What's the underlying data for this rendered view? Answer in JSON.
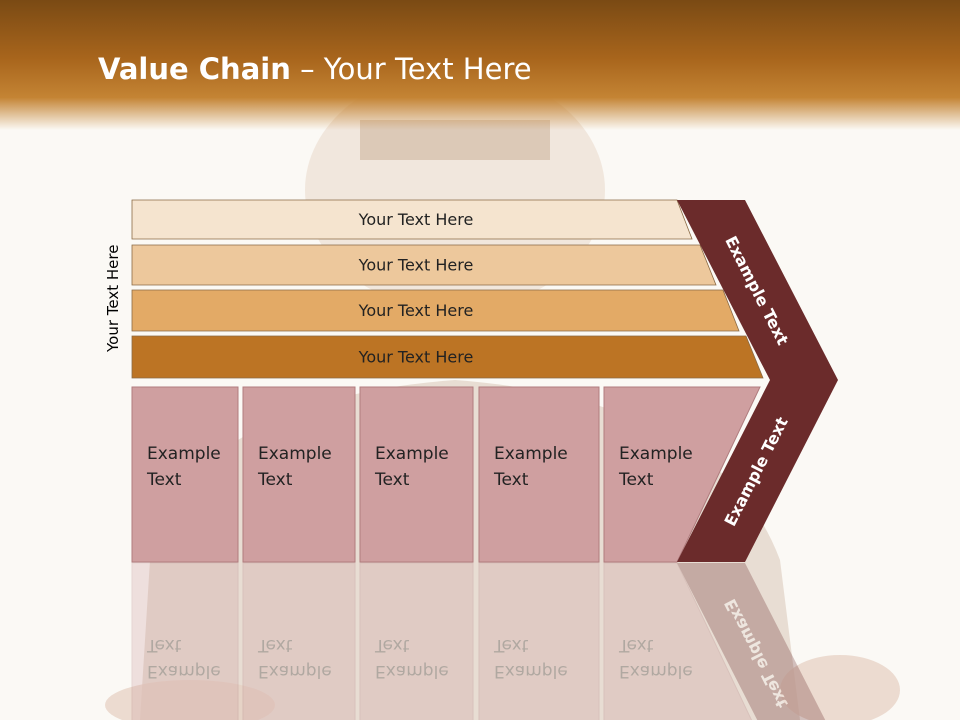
{
  "slide": {
    "title_bold": "Value Chain",
    "title_rest": " – Your Text Here",
    "side_label": "Your Text Here"
  },
  "bands": [
    {
      "label": "Your Text Here",
      "color": "#f5e4cf"
    },
    {
      "label": "Your Text Here",
      "color": "#edc89c"
    },
    {
      "label": "Your Text Here",
      "color": "#e3aa66"
    },
    {
      "label": "Your Text Here",
      "color": "#bc7424"
    }
  ],
  "columns": [
    {
      "line1": "Example",
      "line2": "Text"
    },
    {
      "line1": "Example",
      "line2": "Text"
    },
    {
      "line1": "Example",
      "line2": "Text"
    },
    {
      "line1": "Example",
      "line2": "Text"
    },
    {
      "line1": "Example",
      "line2": "Text"
    }
  ],
  "chevron": {
    "upper_label": "Example Text",
    "lower_label": "Example Text",
    "color": "#6b2b2b"
  },
  "colors": {
    "column_fill": "#cf9fa0",
    "column_stroke": "#b07c7e",
    "title_bar": "#a8651c"
  }
}
